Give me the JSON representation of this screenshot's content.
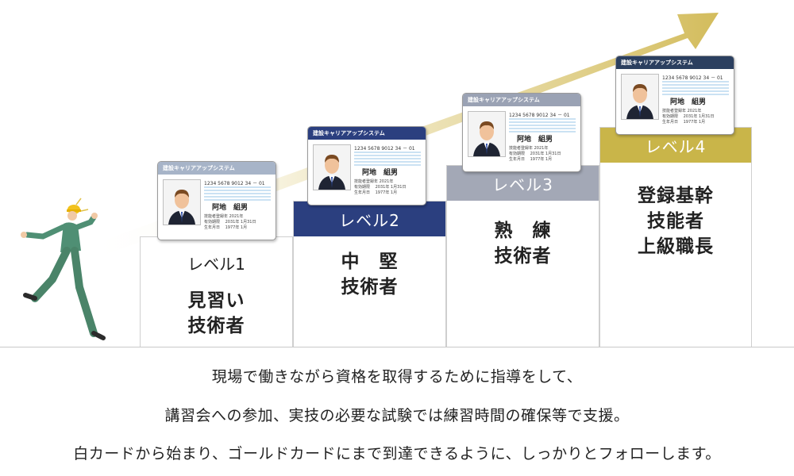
{
  "colors": {
    "level2": "#2b3f7f",
    "level3": "#a3a8b6",
    "level4": "#c9b549",
    "arrow": "#d9c36b",
    "cardhead_white": "#a7b4c8",
    "cardhead_blue": "#2b3f7f",
    "cardhead_silver": "#9aa2b4",
    "cardhead_gold": "#b09a3a"
  },
  "steps": [
    {
      "level": "レベル1",
      "title": "見習い\n技術者"
    },
    {
      "level": "レベル2",
      "title": "中　堅\n技術者"
    },
    {
      "level": "レベル3",
      "title": "熟　練\n技術者"
    },
    {
      "level": "レベル4",
      "title": "登録基幹\n技能者\n上級職長"
    }
  ],
  "card": {
    "system": "建設キャリアアップシステム",
    "number": "1234 5678 9012 34 － 01",
    "name": "阿地　組男",
    "meta": [
      "技能者登録年 2021年",
      "有効期限　 2031年 1月31日",
      "生年月日　 1977年 1月"
    ]
  },
  "description": [
    "現場で働きながら資格を取得するために指導をして、",
    "講習会への参加、実技の必要な試験では練習時間の確保等で支援。",
    "白カードから始まり、ゴールドカードにまで到達できるように、しっかりとフォローします。"
  ]
}
